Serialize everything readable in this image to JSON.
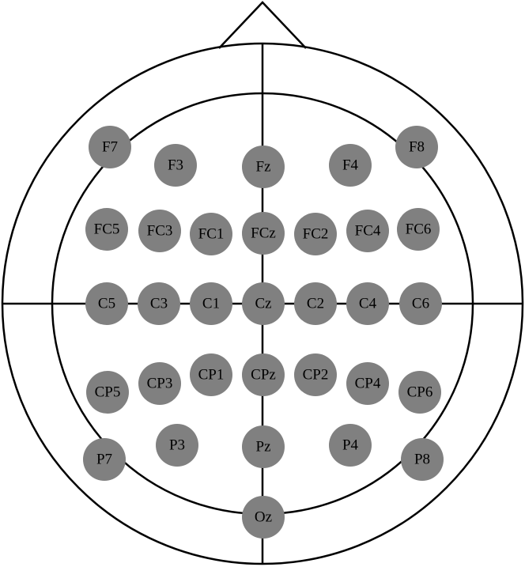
{
  "colors": {
    "background": "#ffffff",
    "outline": "#000000",
    "electrode_fill": "#808080",
    "label": "#000000"
  },
  "electrodes": [
    {
      "label": "F7"
    },
    {
      "label": "F3"
    },
    {
      "label": "Fz"
    },
    {
      "label": "F4"
    },
    {
      "label": "F8"
    },
    {
      "label": "FC5"
    },
    {
      "label": "FC3"
    },
    {
      "label": "FC1"
    },
    {
      "label": "FCz"
    },
    {
      "label": "FC2"
    },
    {
      "label": "FC4"
    },
    {
      "label": "FC6"
    },
    {
      "label": "C5"
    },
    {
      "label": "C3"
    },
    {
      "label": "C1"
    },
    {
      "label": "Cz"
    },
    {
      "label": "C2"
    },
    {
      "label": "C4"
    },
    {
      "label": "C6"
    },
    {
      "label": "CP5"
    },
    {
      "label": "CP3"
    },
    {
      "label": "CP1"
    },
    {
      "label": "CPz"
    },
    {
      "label": "CP2"
    },
    {
      "label": "CP4"
    },
    {
      "label": "CP6"
    },
    {
      "label": "P7"
    },
    {
      "label": "P3"
    },
    {
      "label": "Pz"
    },
    {
      "label": "P4"
    },
    {
      "label": "P8"
    },
    {
      "label": "Oz"
    }
  ]
}
